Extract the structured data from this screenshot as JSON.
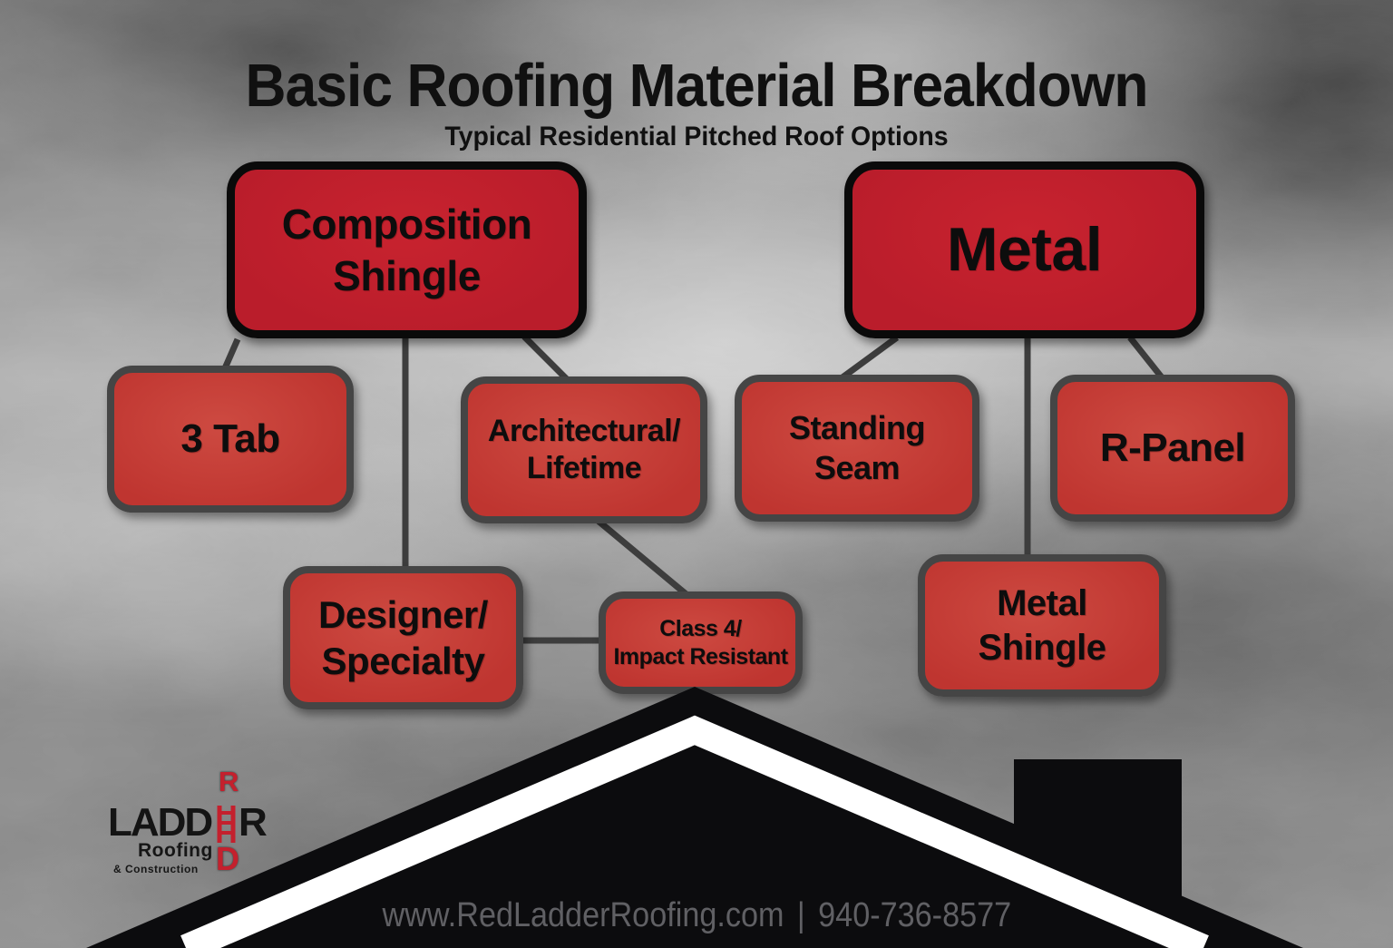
{
  "header": {
    "title": "Basic Roofing Material Breakdown",
    "subtitle": "Typical Residential Pitched Roof Options"
  },
  "diagram": {
    "nodes": [
      {
        "id": "composition-shingle",
        "label": "Composition\nShingle",
        "level": "parent"
      },
      {
        "id": "metal",
        "label": "Metal",
        "level": "parent"
      },
      {
        "id": "3-tab",
        "label": "3 Tab",
        "level": "child",
        "parent": "composition-shingle"
      },
      {
        "id": "architectural-lifetime",
        "label": "Architectural/\nLifetime",
        "level": "child",
        "parent": "composition-shingle"
      },
      {
        "id": "designer-specialty",
        "label": "Designer/\nSpecialty",
        "level": "child",
        "parent": "composition-shingle"
      },
      {
        "id": "class-4-impact-resistant",
        "label": "Class 4/\nImpact Resistant",
        "level": "sub",
        "parents": [
          "architectural-lifetime",
          "designer-specialty"
        ]
      },
      {
        "id": "standing-seam",
        "label": "Standing\nSeam",
        "level": "child",
        "parent": "metal"
      },
      {
        "id": "r-panel",
        "label": "R-Panel",
        "level": "child",
        "parent": "metal"
      },
      {
        "id": "metal-shingle",
        "label": "Metal\nShingle",
        "level": "child",
        "parent": "metal"
      }
    ],
    "edges": [
      {
        "from": "composition-shingle",
        "to": "3-tab"
      },
      {
        "from": "composition-shingle",
        "to": "designer-specialty"
      },
      {
        "from": "composition-shingle",
        "to": "architectural-lifetime"
      },
      {
        "from": "architectural-lifetime",
        "to": "class-4-impact-resistant"
      },
      {
        "from": "designer-specialty",
        "to": "class-4-impact-resistant"
      },
      {
        "from": "metal",
        "to": "standing-seam"
      },
      {
        "from": "metal",
        "to": "metal-shingle"
      },
      {
        "from": "metal",
        "to": "r-panel"
      }
    ]
  },
  "logo": {
    "ladd": "LADD",
    "r_end": "R",
    "red_top": "R",
    "red_bottom": "D",
    "roofing": "Roofing",
    "construction": "& Construction"
  },
  "footer": {
    "website": "www.RedLadderRoofing.com",
    "separator": "|",
    "phone": "940-736-8577"
  },
  "colors": {
    "parent_fill": "#c2202e",
    "child_fill": "#c53b34",
    "parent_border": "#0a0a0a",
    "child_border": "#454545",
    "connector": "#3d3d3d",
    "house_silhouette": "#0c0c0e",
    "roof_stripe": "#ffffff",
    "logo_red": "#c4202d",
    "footer_text": "#606064",
    "text": "#0d0d0d"
  }
}
